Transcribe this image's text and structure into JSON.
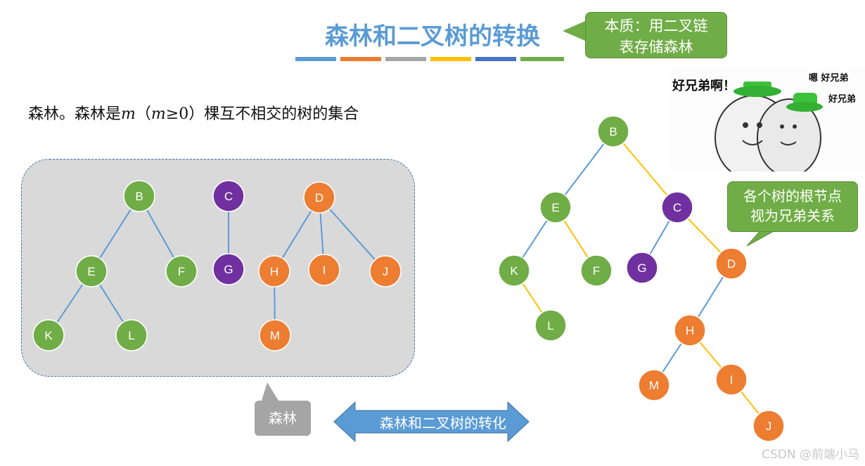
{
  "title": "森林和二叉树的转换",
  "title_bar_colors": [
    "#5b9bd5",
    "#ed7d31",
    "#a5a5a5",
    "#ffc000",
    "#4472c4",
    "#70ad47"
  ],
  "callouts": {
    "essence_line1": "本质：用二叉链",
    "essence_line2": "表存储森林",
    "root_siblings_line1": "各个树的根节点",
    "root_siblings_line2": "视为兄弟关系",
    "forest_label": "森林"
  },
  "intro": {
    "part1": "森林。森林是",
    "m1": "m",
    "part2": "（",
    "m2": "m",
    "part3": "≥0）棵互不相交的树的集合"
  },
  "conversion_arrow_label": "森林和二叉树的转化",
  "meme": {
    "text1": "好兄弟啊！",
    "text2": "嗯 好兄弟",
    "text3": "好兄弟"
  },
  "watermark": "CSDN @前端小马",
  "colors": {
    "green": "#70ad47",
    "purple": "#7030a0",
    "orange": "#ed7d31",
    "blue_edge": "#5b9bd5",
    "yellow_edge": "#ffc000",
    "callout_green": "#70ad47",
    "callout_gray": "#a5a5a5"
  },
  "forest": {
    "nodes": [
      {
        "id": "B",
        "color": "green"
      },
      {
        "id": "E",
        "color": "green"
      },
      {
        "id": "F",
        "color": "green"
      },
      {
        "id": "K",
        "color": "green"
      },
      {
        "id": "L",
        "color": "green"
      },
      {
        "id": "C",
        "color": "purple"
      },
      {
        "id": "G",
        "color": "purple"
      },
      {
        "id": "D",
        "color": "orange"
      },
      {
        "id": "H",
        "color": "orange"
      },
      {
        "id": "I",
        "color": "orange"
      },
      {
        "id": "J",
        "color": "orange"
      },
      {
        "id": "M",
        "color": "orange"
      }
    ],
    "edges": [
      [
        "B",
        "E"
      ],
      [
        "B",
        "F"
      ],
      [
        "E",
        "K"
      ],
      [
        "E",
        "L"
      ],
      [
        "C",
        "G"
      ],
      [
        "D",
        "H"
      ],
      [
        "D",
        "I"
      ],
      [
        "D",
        "J"
      ],
      [
        "H",
        "M"
      ]
    ]
  },
  "binary_tree": {
    "nodes": [
      {
        "id": "B",
        "color": "green"
      },
      {
        "id": "E",
        "color": "green"
      },
      {
        "id": "C",
        "color": "purple"
      },
      {
        "id": "K",
        "color": "green"
      },
      {
        "id": "F",
        "color": "green"
      },
      {
        "id": "G",
        "color": "purple"
      },
      {
        "id": "D",
        "color": "orange"
      },
      {
        "id": "L",
        "color": "green"
      },
      {
        "id": "H",
        "color": "orange"
      },
      {
        "id": "M",
        "color": "orange"
      },
      {
        "id": "I",
        "color": "orange"
      },
      {
        "id": "J",
        "color": "orange"
      }
    ],
    "edges": [
      {
        "from": "B",
        "to": "E",
        "kind": "child"
      },
      {
        "from": "B",
        "to": "C",
        "kind": "sibling"
      },
      {
        "from": "E",
        "to": "K",
        "kind": "child"
      },
      {
        "from": "E",
        "to": "F",
        "kind": "sibling"
      },
      {
        "from": "K",
        "to": "L",
        "kind": "sibling"
      },
      {
        "from": "C",
        "to": "G",
        "kind": "child"
      },
      {
        "from": "C",
        "to": "D",
        "kind": "sibling"
      },
      {
        "from": "D",
        "to": "H",
        "kind": "child"
      },
      {
        "from": "H",
        "to": "M",
        "kind": "child"
      },
      {
        "from": "H",
        "to": "I",
        "kind": "sibling"
      },
      {
        "from": "I",
        "to": "J",
        "kind": "sibling"
      }
    ]
  }
}
